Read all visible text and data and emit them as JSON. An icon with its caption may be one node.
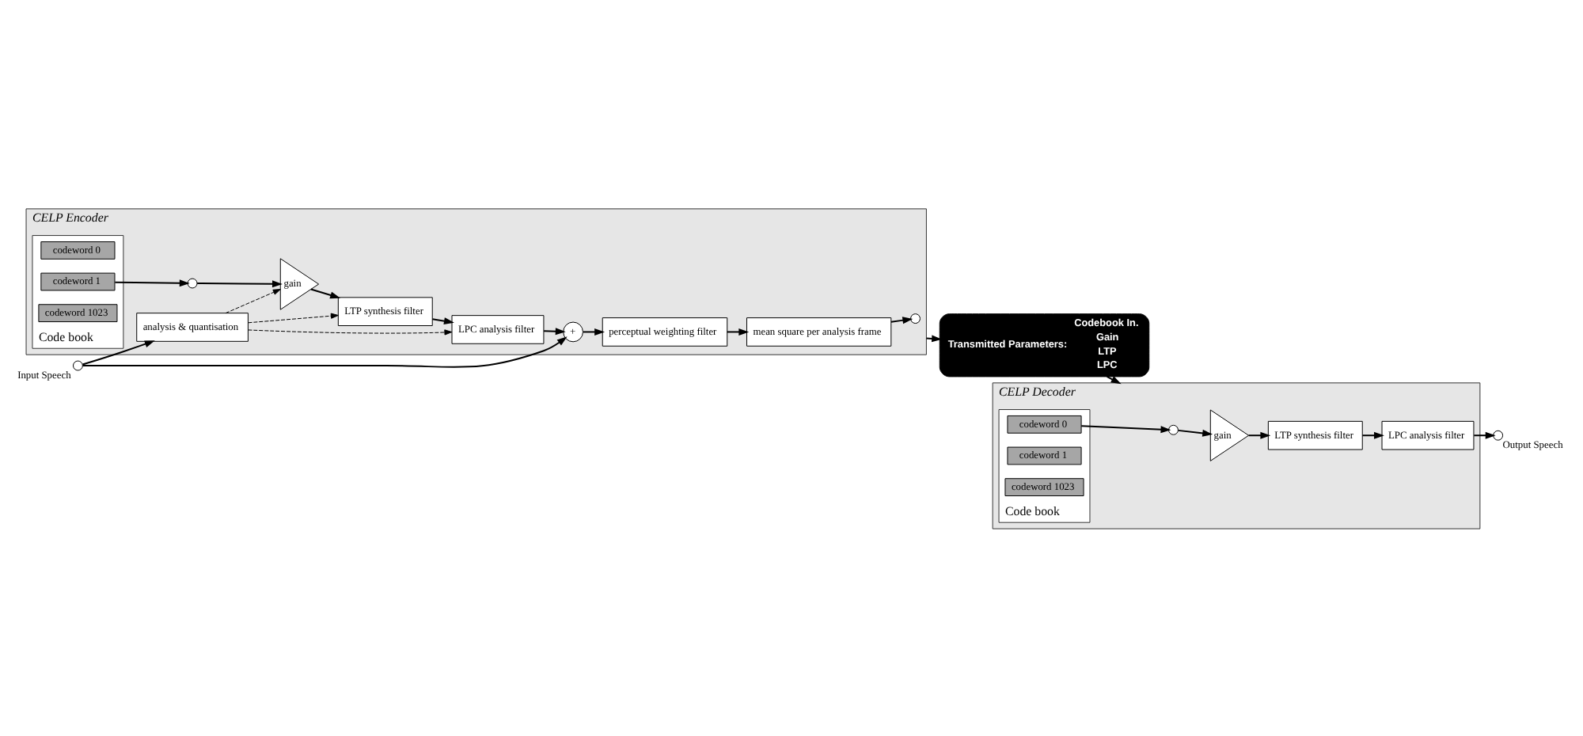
{
  "diagram": {
    "nodes": [
      {
        "text": [
          "CELP Encoder"
        ]
      },
      {
        "text": [],
        "shape": "circle",
        "beside": [
          "Input Speech"
        ]
      },
      {
        "text": [
          "Code book"
        ],
        "in": 0
      },
      {
        "text": [
          "codeword 0"
        ],
        "in": 2
      },
      {
        "text": [
          "codeword 1"
        ],
        "in": 2
      },
      {
        "text": [
          "codeword 1023"
        ],
        "in": 2
      },
      {
        "text": [],
        "shape": "circle",
        "in": 0
      },
      {
        "text": [
          "gain"
        ],
        "in": 0
      },
      {
        "text": [
          "LTP synthesis filter"
        ],
        "in": 0
      },
      {
        "text": [
          "LPC analysis filter"
        ],
        "in": 0
      },
      {
        "text": [
          "+"
        ],
        "in": 0
      },
      {
        "text": [
          "perceptual weighting filter"
        ],
        "in": 0
      },
      {
        "text": [
          "mean square per analysis frame"
        ],
        "in": 0
      },
      {
        "text": [],
        "shape": "circle",
        "in": 0
      },
      {
        "text": [
          "analysis & quantisation"
        ],
        "in": 0
      },
      {
        "text": [
          "CELP Decoder"
        ]
      },
      {
        "text": [
          "Code book"
        ],
        "in": 15
      },
      {
        "text": [
          "codeword 0"
        ],
        "in": 16
      },
      {
        "text": [
          "codeword 1"
        ],
        "in": 16
      },
      {
        "text": [
          "codeword 1023"
        ],
        "in": 16
      },
      {
        "text": [],
        "shape": "circle",
        "in": 15
      },
      {
        "text": [
          "gain"
        ],
        "in": 15
      },
      {
        "text": [
          "LTP synthesis filter"
        ],
        "in": 15
      },
      {
        "text": [
          "LPC analysis filter"
        ],
        "in": 15
      },
      {
        "text": [],
        "shape": "circle",
        "beside": [
          "Output Speech"
        ]
      },
      {
        "text": [
          "Transmitted Parameters:",
          "Codebook In.",
          "Gain",
          "LTP",
          "LPC"
        ]
      }
    ],
    "edges": [
      {
        "from": 1,
        "to": 10,
        "arrow": "to"
      },
      {
        "from": 1,
        "to": 14,
        "arrow": "to"
      },
      {
        "from": 4,
        "to": 6,
        "arrow": "to"
      },
      {
        "from": 6,
        "to": 7,
        "arrow": "to"
      },
      {
        "from": 7,
        "to": 8,
        "arrow": "to"
      },
      {
        "from": 8,
        "to": 9,
        "arrow": "to"
      },
      {
        "from": 9,
        "to": 10,
        "arrow": "to"
      },
      {
        "from": 10,
        "to": 11,
        "arrow": "to"
      },
      {
        "from": 11,
        "to": 12,
        "arrow": "to"
      },
      {
        "from": 12,
        "to": 13,
        "arrow": "to"
      },
      {
        "from": 14,
        "to": 7,
        "arrow": "to",
        "style": "dashed"
      },
      {
        "from": 14,
        "to": 8,
        "arrow": "to",
        "style": "dashed"
      },
      {
        "from": 14,
        "to": 9,
        "arrow": "to",
        "style": "dashed"
      },
      {
        "from": 0,
        "to": 25,
        "arrow": "to"
      },
      {
        "from": 25,
        "to": 15,
        "arrow": "to"
      },
      {
        "from": 17,
        "to": 20,
        "arrow": "to"
      },
      {
        "from": 20,
        "to": 21,
        "arrow": "to"
      },
      {
        "from": 21,
        "to": 22,
        "arrow": "to"
      },
      {
        "from": 22,
        "to": 23,
        "arrow": "to"
      },
      {
        "from": 23,
        "to": 24,
        "arrow": "to"
      }
    ]
  }
}
